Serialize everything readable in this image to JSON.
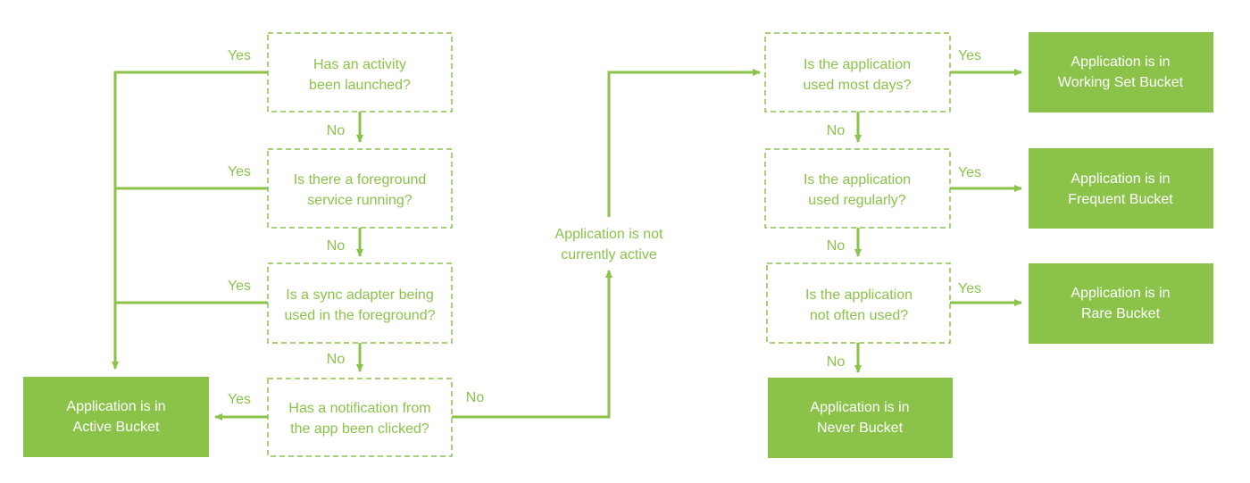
{
  "colors": {
    "accent": "#8bc34a",
    "result_fill": "#8bc34a",
    "result_text": "#ffffff"
  },
  "questions": {
    "activity": {
      "line1": "Has an activity",
      "line2": "been launched?"
    },
    "foreground_service": {
      "line1": "Is there a foreground",
      "line2": "service running?"
    },
    "sync_adapter": {
      "line1": "Is a sync adapter being",
      "line2": "used in the foreground?"
    },
    "notification": {
      "line1": "Has a notification from",
      "line2": "the app been clicked?"
    },
    "most_days": {
      "line1": "Is the application",
      "line2": "used most days?"
    },
    "regularly": {
      "line1": "Is the application",
      "line2": "used regularly?"
    },
    "not_often": {
      "line1": "Is the application",
      "line2": "not often used?"
    }
  },
  "results": {
    "active": {
      "line1": "Application is in",
      "line2": "Active Bucket"
    },
    "working_set": {
      "line1": "Application is in",
      "line2": "Working Set Bucket"
    },
    "frequent": {
      "line1": "Application is in",
      "line2": "Frequent Bucket"
    },
    "rare": {
      "line1": "Application is in",
      "line2": "Rare Bucket"
    },
    "never": {
      "line1": "Application is in",
      "line2": "Never Bucket"
    }
  },
  "inactive_note": {
    "line1": "Application is not",
    "line2": "currently active"
  },
  "edge_labels": {
    "yes": "Yes",
    "no": "No"
  }
}
